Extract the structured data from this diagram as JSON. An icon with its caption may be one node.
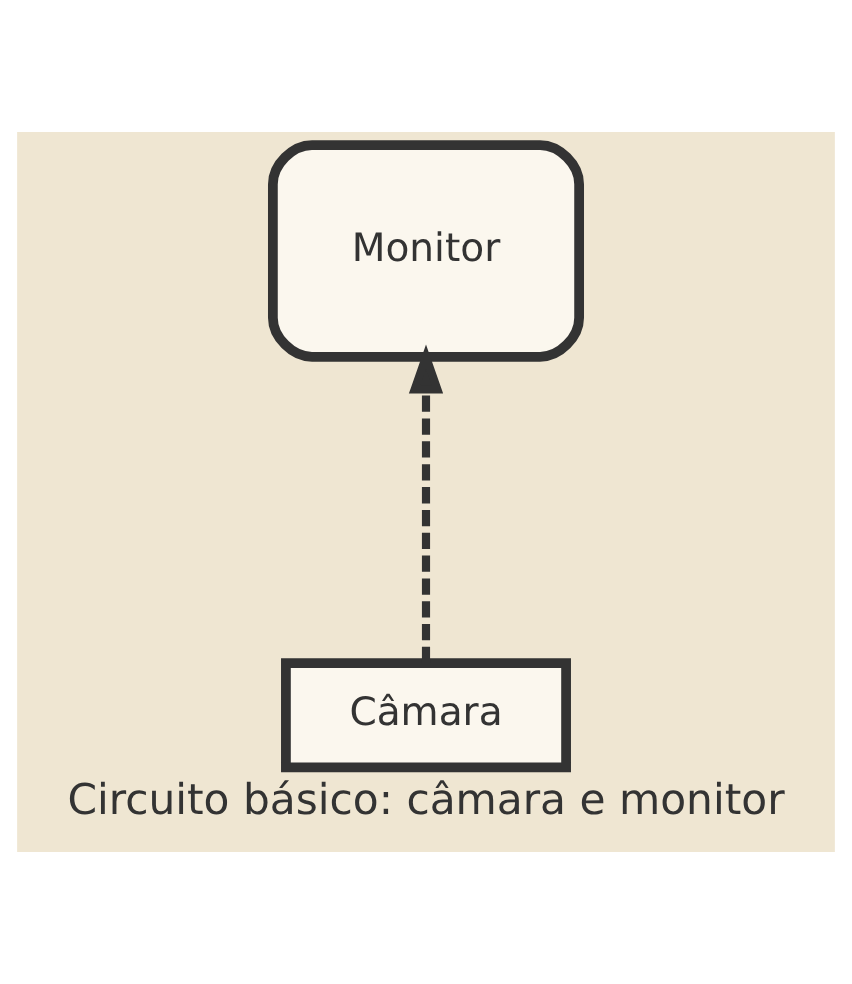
{
  "diagram": {
    "caption": "Circuito básico: câmara e monitor",
    "nodes": [
      {
        "text": [
          "Monitor"
        ]
      },
      {
        "text": [
          "Câmara"
        ]
      }
    ],
    "edges": [
      {
        "from": 1,
        "to": 0,
        "arrow": "to",
        "style": "dashed"
      }
    ]
  }
}
